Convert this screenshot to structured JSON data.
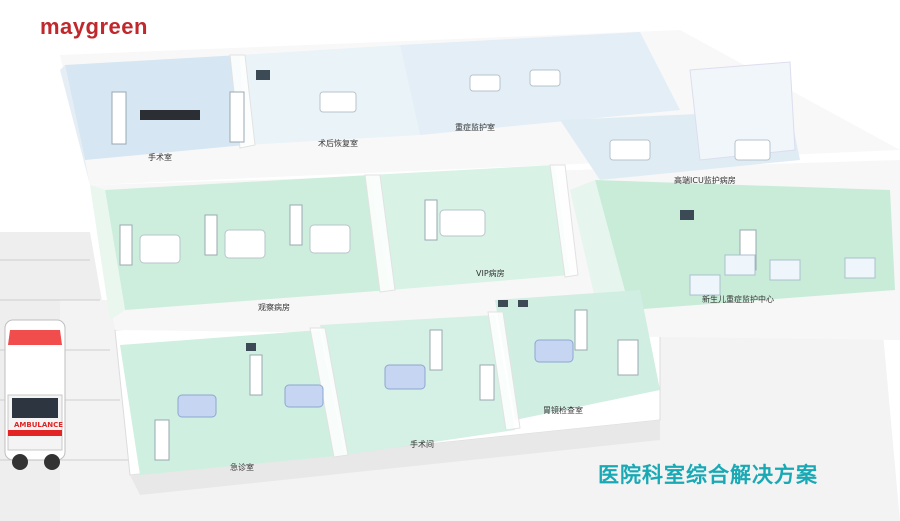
{
  "brand": {
    "logo_text": "maygreen"
  },
  "rooms": {
    "operating_room": "手术室",
    "post_op_recovery": "术后恢复室",
    "critical_care": "重症监护室",
    "high_end_icu": "高端ICU监护病房",
    "observation_ward": "观察病房",
    "vip_ward": "VIP病房",
    "nicu": "新生儿重症监护中心",
    "emergency_room": "急诊室",
    "surgery_room": "手术间",
    "endoscopy_room": "胃镜检查室"
  },
  "ambulance": {
    "label": "AMBULANCE"
  },
  "caption": {
    "title": "医院科室综合解决方案"
  },
  "colors": {
    "brand_red": "#c0282d",
    "caption_teal": "#19a9b5",
    "floor_green": "#cdeedd",
    "floor_blue": "#d6e6f2"
  }
}
